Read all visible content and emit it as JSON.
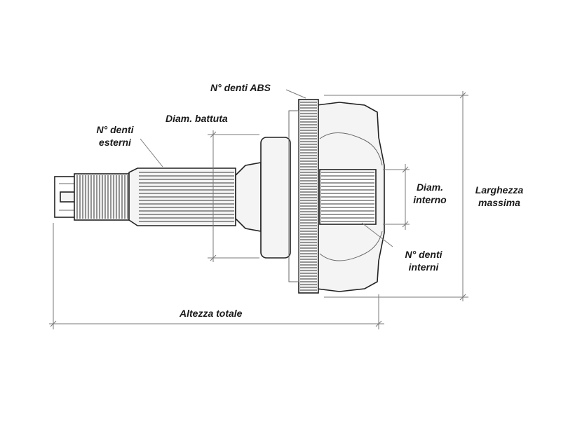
{
  "labels": {
    "abs_teeth": "N° denti ABS",
    "seat_diameter": "Diam. battuta",
    "external_teeth_line1": "N° denti",
    "external_teeth_line2": "esterni",
    "internal_diameter_line1": "Diam.",
    "internal_diameter_line2": "interno",
    "max_width_line1": "Larghezza",
    "max_width_line2": "massima",
    "internal_teeth_line1": "N° denti",
    "internal_teeth_line2": "interni",
    "total_height": "Altezza totale"
  }
}
